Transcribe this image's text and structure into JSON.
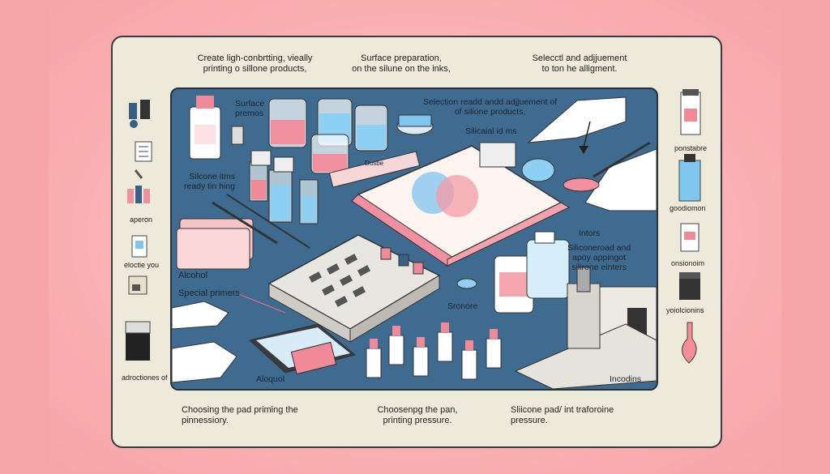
{
  "header": {
    "left": "Create ligh-conbrtting, vieally\nprinting o sillone products,",
    "center": "Surface preparation,\non the silune on the inks,",
    "right": "Selecctl and adjjuement\nto ton he alligment."
  },
  "panel_labels": {
    "surface": "Surface\npremos",
    "selection": "Selection readd andd adjjuement of\nof silione products,",
    "silicial": "Silicaial id ms",
    "silicone_ready": "Silcone itms\nready tin hing",
    "tape": "Dusbe",
    "intors": "Intors",
    "silicone_load": "Siliconeroad and\napoy appingot\nsilirone einters",
    "alcohol": "Alcohol",
    "special": "Special primers",
    "sronore": "Sronore",
    "aloquol": "Aloquol",
    "incodins": "Incodins"
  },
  "footer": {
    "left": "Choosing the pad priming the\npinnessiory.",
    "center": "Choosenpg the pan,\nprinting pressure.",
    "right": "Sliicone pad/ int traforoine\npressure."
  },
  "sidebar_left": [
    "aperon",
    "eloctie you",
    "adroctiones of"
  ],
  "sidebar_right": [
    "ponstabre",
    "goodiomon",
    "onsionoim",
    "yoiolcionins"
  ],
  "colors": {
    "panel": "#3e6b8f",
    "card": "#eeeadb",
    "accent_pink": "#f08a98",
    "accent_blue": "#7fc6ee"
  }
}
